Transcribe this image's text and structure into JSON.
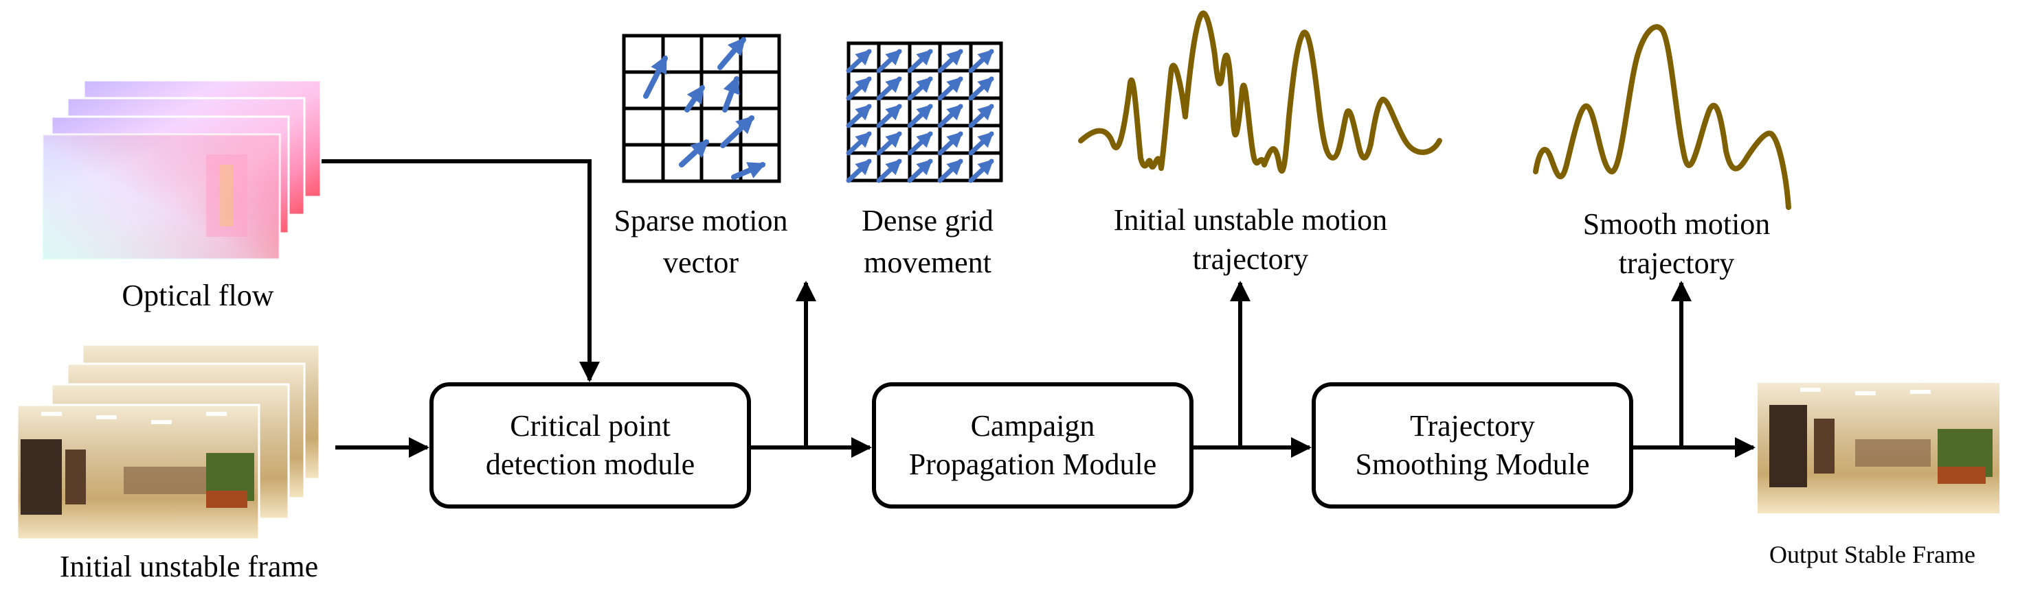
{
  "inputs": {
    "optical_flow_label": "Optical flow",
    "unstable_frame_label": "Initial unstable frame"
  },
  "modules": {
    "critical_point": {
      "line1": "Critical point",
      "line2": "detection module"
    },
    "campaign": {
      "line1": "Campaign",
      "line2": "Propagation Module"
    },
    "smoothing": {
      "line1": "Trajectory",
      "line2": "Smoothing Module"
    }
  },
  "outputs": {
    "sparse_motion": {
      "line1": "Sparse motion",
      "line2": "vector"
    },
    "dense_grid": {
      "line1": "Dense grid",
      "line2": "movement"
    },
    "initial_trajectory": {
      "line1": "Initial unstable motion",
      "line2": "trajectory"
    },
    "smooth_trajectory": {
      "line1": "Smooth motion",
      "line2": "trajectory"
    },
    "stable_frame_label": "Output Stable Frame"
  },
  "colors": {
    "arrow": "#000000",
    "vector_blue": "#4472C4",
    "trajectory_brown": "#7F6000"
  }
}
